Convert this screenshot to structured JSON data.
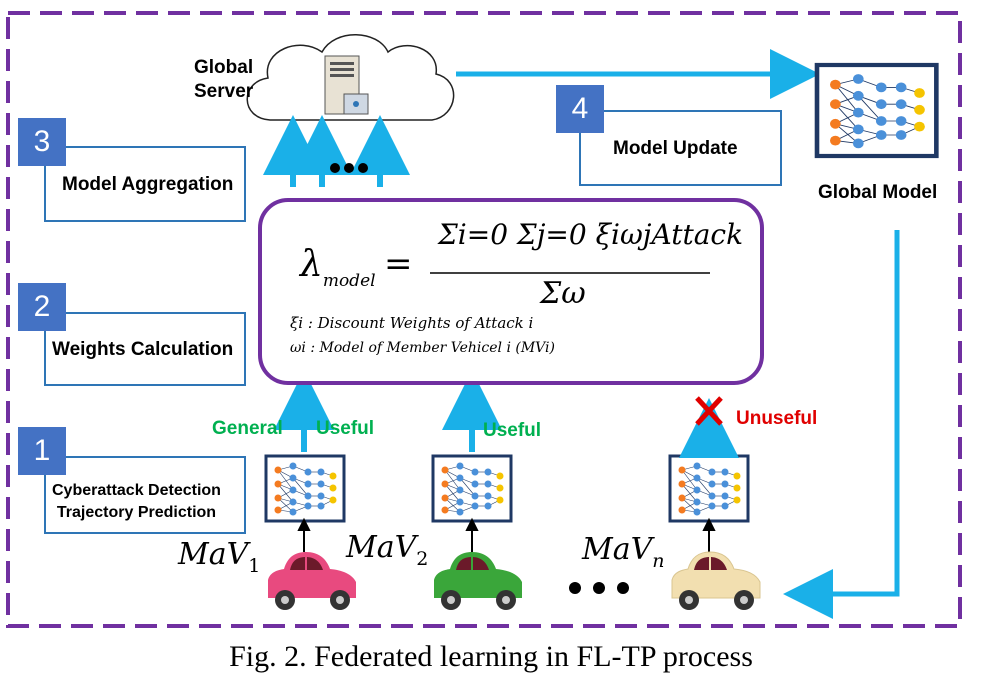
{
  "server": {
    "label_line1": "Global",
    "label_line2": "Server"
  },
  "global_model": {
    "label": "Global Model"
  },
  "steps": [
    {
      "number": "1",
      "label_line1": "Cyberattack Detection",
      "label_line2": "Trajectory Prediction"
    },
    {
      "number": "2",
      "label": "Weights Calculation"
    },
    {
      "number": "3",
      "label": "Model Aggregation"
    },
    {
      "number": "4",
      "label": "Model Update"
    }
  ],
  "formula": {
    "lambda": "λ",
    "lambda_sub": "model",
    "equals": "=",
    "numerator": "Σi=0 Σj=0 ξiωjAttack",
    "denominator": "Σω",
    "note1": "ξi : Discount Weights of Attack i",
    "note2": "ωi : Model of Member Vehicel i (MVi)"
  },
  "labels": {
    "general": "General",
    "useful1": "Useful",
    "useful2": "Useful",
    "unuseful": "Unuseful"
  },
  "vehicles": [
    {
      "name": "MaV",
      "sub": "1",
      "color": "#e84a7f"
    },
    {
      "name": "MaV",
      "sub": "2",
      "color": "#3aa63a"
    },
    {
      "name": "MaV",
      "sub": "n",
      "color": "#f2dfb0"
    }
  ],
  "colors": {
    "frame": "#7030a0",
    "arrow": "#1ab0e8",
    "box": "#2e75b6",
    "step_fill": "#4472c4",
    "formula_border": "#7030a0"
  },
  "caption": "Fig. 2.   Federated learning in FL-TP process"
}
